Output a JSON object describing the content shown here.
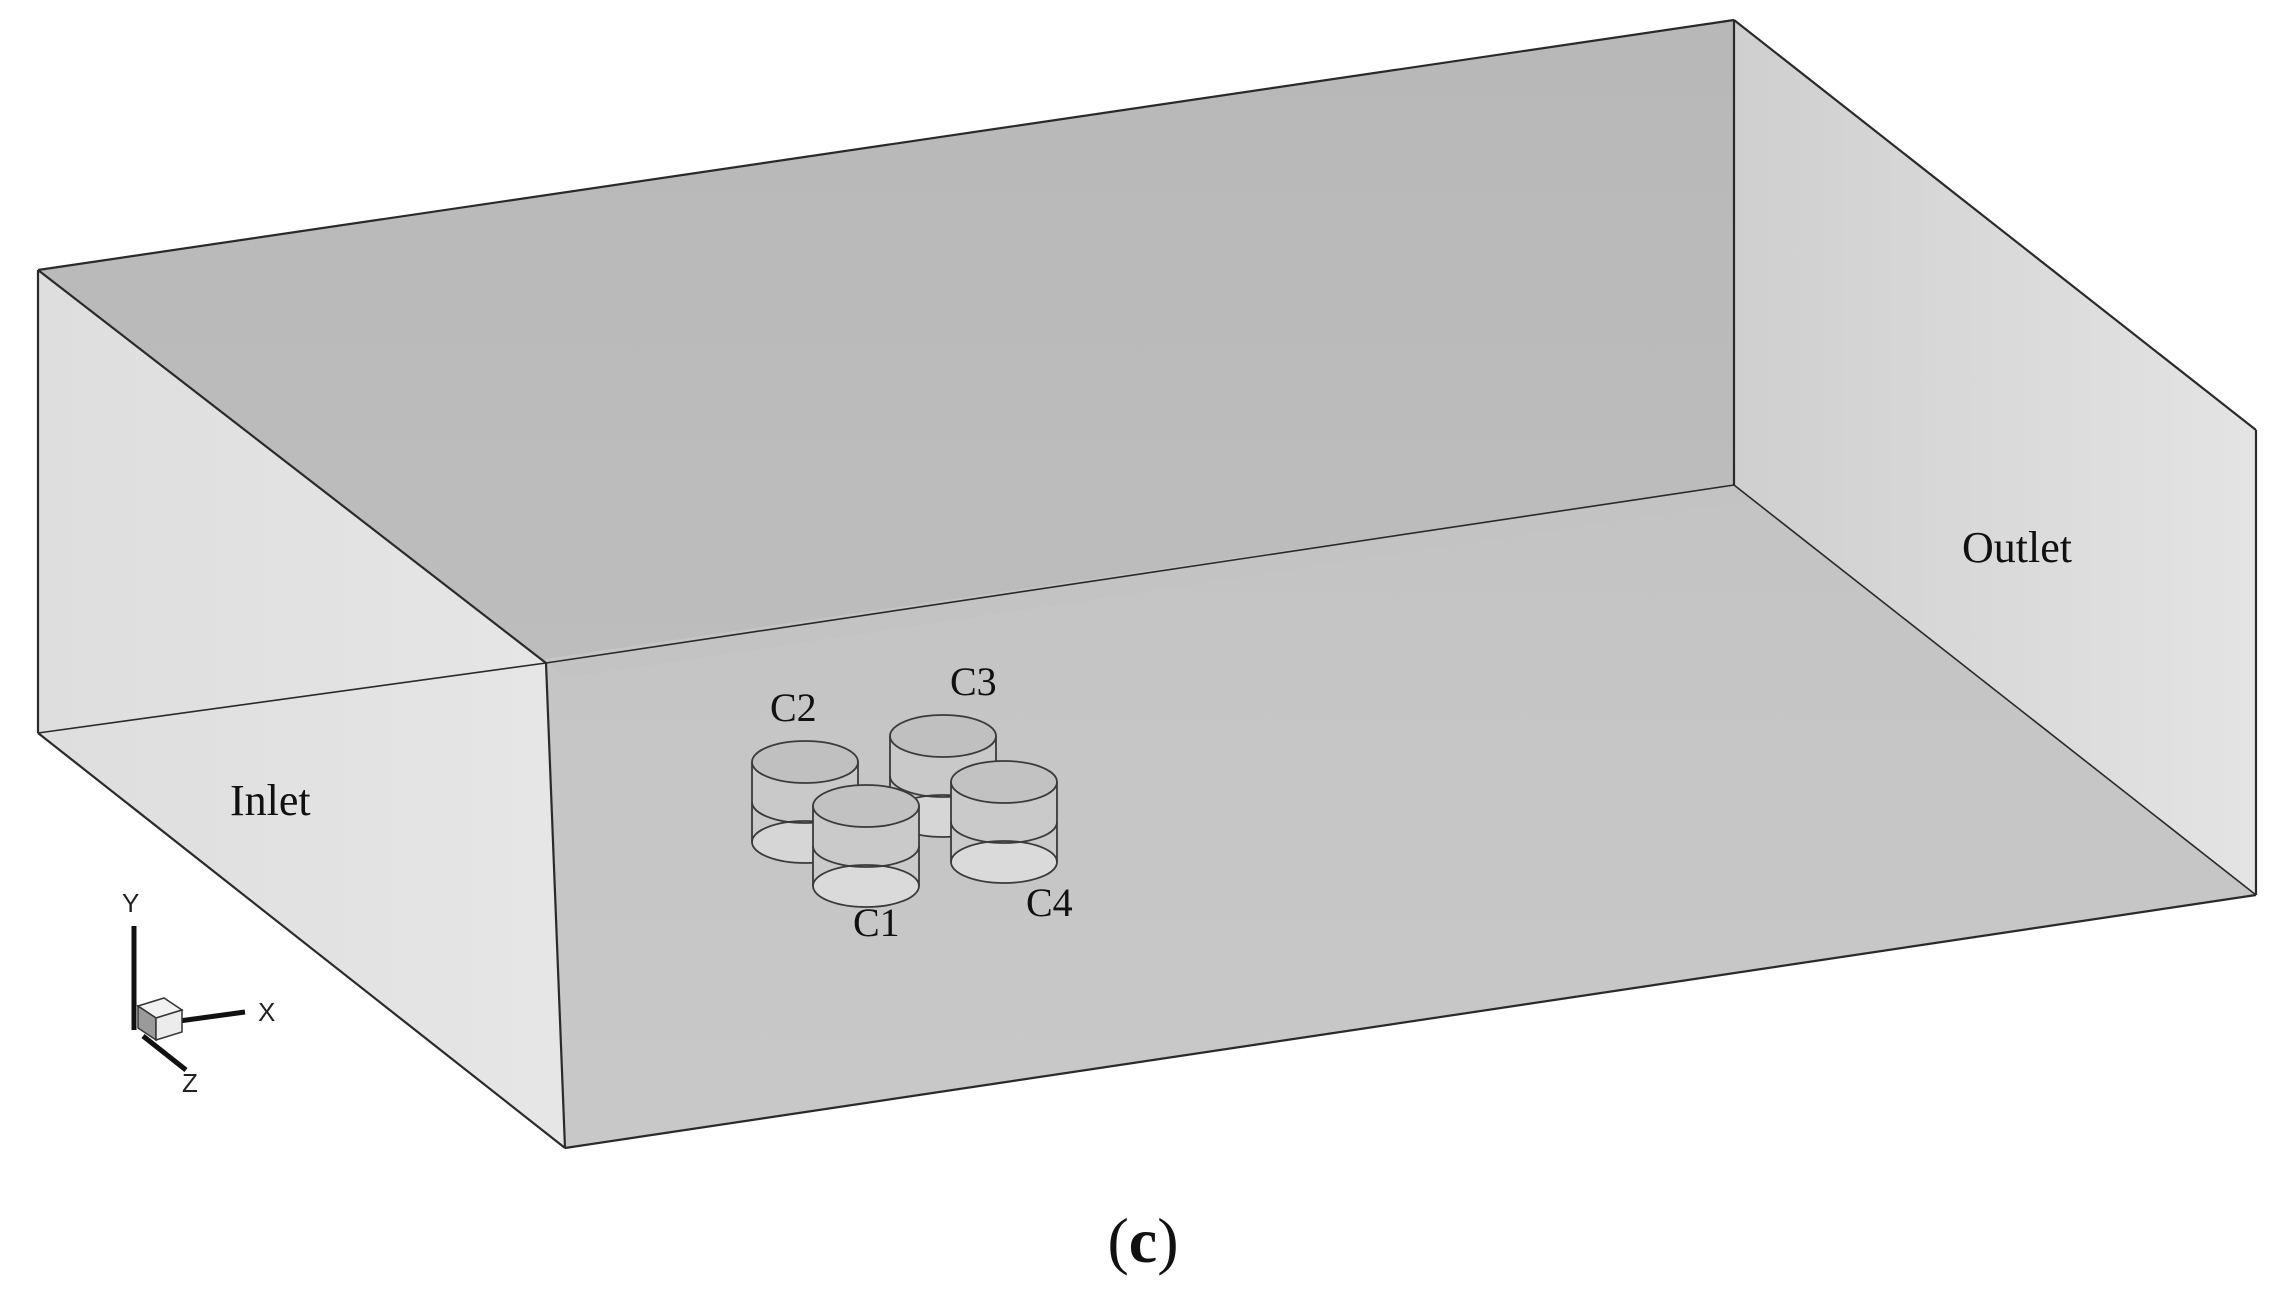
{
  "boundaries": {
    "inlet": "Inlet",
    "outlet": "Outlet"
  },
  "cylinders": [
    {
      "id": "C1",
      "label": "C1"
    },
    {
      "id": "C2",
      "label": "C2"
    },
    {
      "id": "C3",
      "label": "C3"
    },
    {
      "id": "C4",
      "label": "C4"
    }
  ],
  "axes": {
    "x": "X",
    "y": "Y",
    "z": "Z"
  },
  "caption": {
    "open": "(",
    "letter": "c",
    "close": ")"
  },
  "colors": {
    "back_wall": "#b9b9b9",
    "floor": "#c6c6c6",
    "side_wall": "#e1e1e1",
    "edge": "#2a2a2a"
  }
}
